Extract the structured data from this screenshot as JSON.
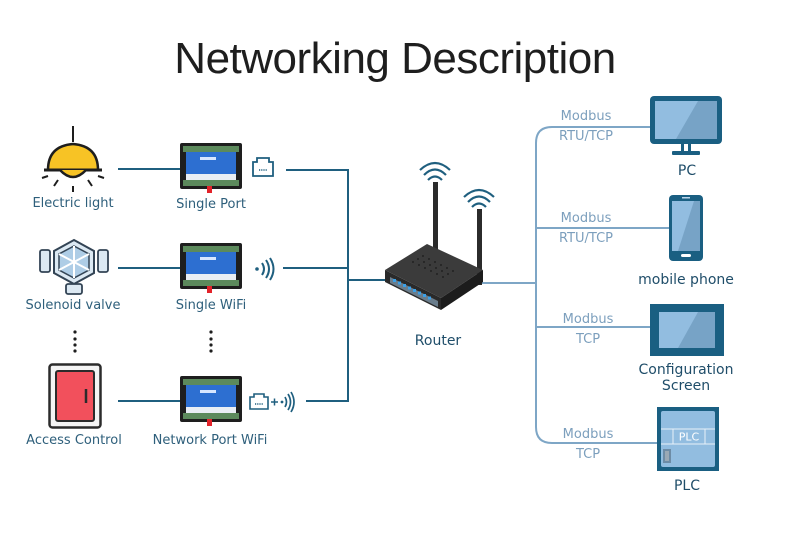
{
  "title": "Networking Description",
  "colors": {
    "left_line": "#1f5f7f",
    "right_line": "#7ea6c6",
    "label_text": "#2e5f7b",
    "protocol_text": "#7c9fbd",
    "lamp_yellow": "#f7c325",
    "door_red": "#f2505c",
    "device_blue": "#1a5f82",
    "screen_light": "#92bde0"
  },
  "field_devices": [
    {
      "label": "Electric light",
      "icon": "lamp-icon"
    },
    {
      "label": "Solenoid valve",
      "icon": "valve-icon"
    },
    {
      "label": "Access Control",
      "icon": "door-icon"
    }
  ],
  "io_modules": [
    {
      "label": "Single Port",
      "connection_icon": "ethernet-port-icon"
    },
    {
      "label": "Single WiFi",
      "connection_icon": "wifi-signal-icon"
    },
    {
      "label": "Network Port WiFi",
      "connection_icon": "ethernet-plus-wifi-icon",
      "plus": "+"
    }
  ],
  "ellipsis": "⋮",
  "router": {
    "label": "Router"
  },
  "clients": [
    {
      "label": "PC",
      "protocol_line1": "Modbus",
      "protocol_line2": "RTU/TCP",
      "icon": "monitor-icon"
    },
    {
      "label": "mobile phone",
      "protocol_line1": "Modbus",
      "protocol_line2": "RTU/TCP",
      "icon": "phone-icon"
    },
    {
      "label": "Configuration\nScreen",
      "label_line1": "Configuration",
      "label_line2": "Screen",
      "protocol_line1": "Modbus",
      "protocol_line2": "TCP",
      "icon": "touch-screen-icon"
    },
    {
      "label": "PLC",
      "protocol_line1": "Modbus",
      "protocol_line2": "TCP",
      "icon": "plc-icon",
      "inner_text": "PLC"
    }
  ]
}
